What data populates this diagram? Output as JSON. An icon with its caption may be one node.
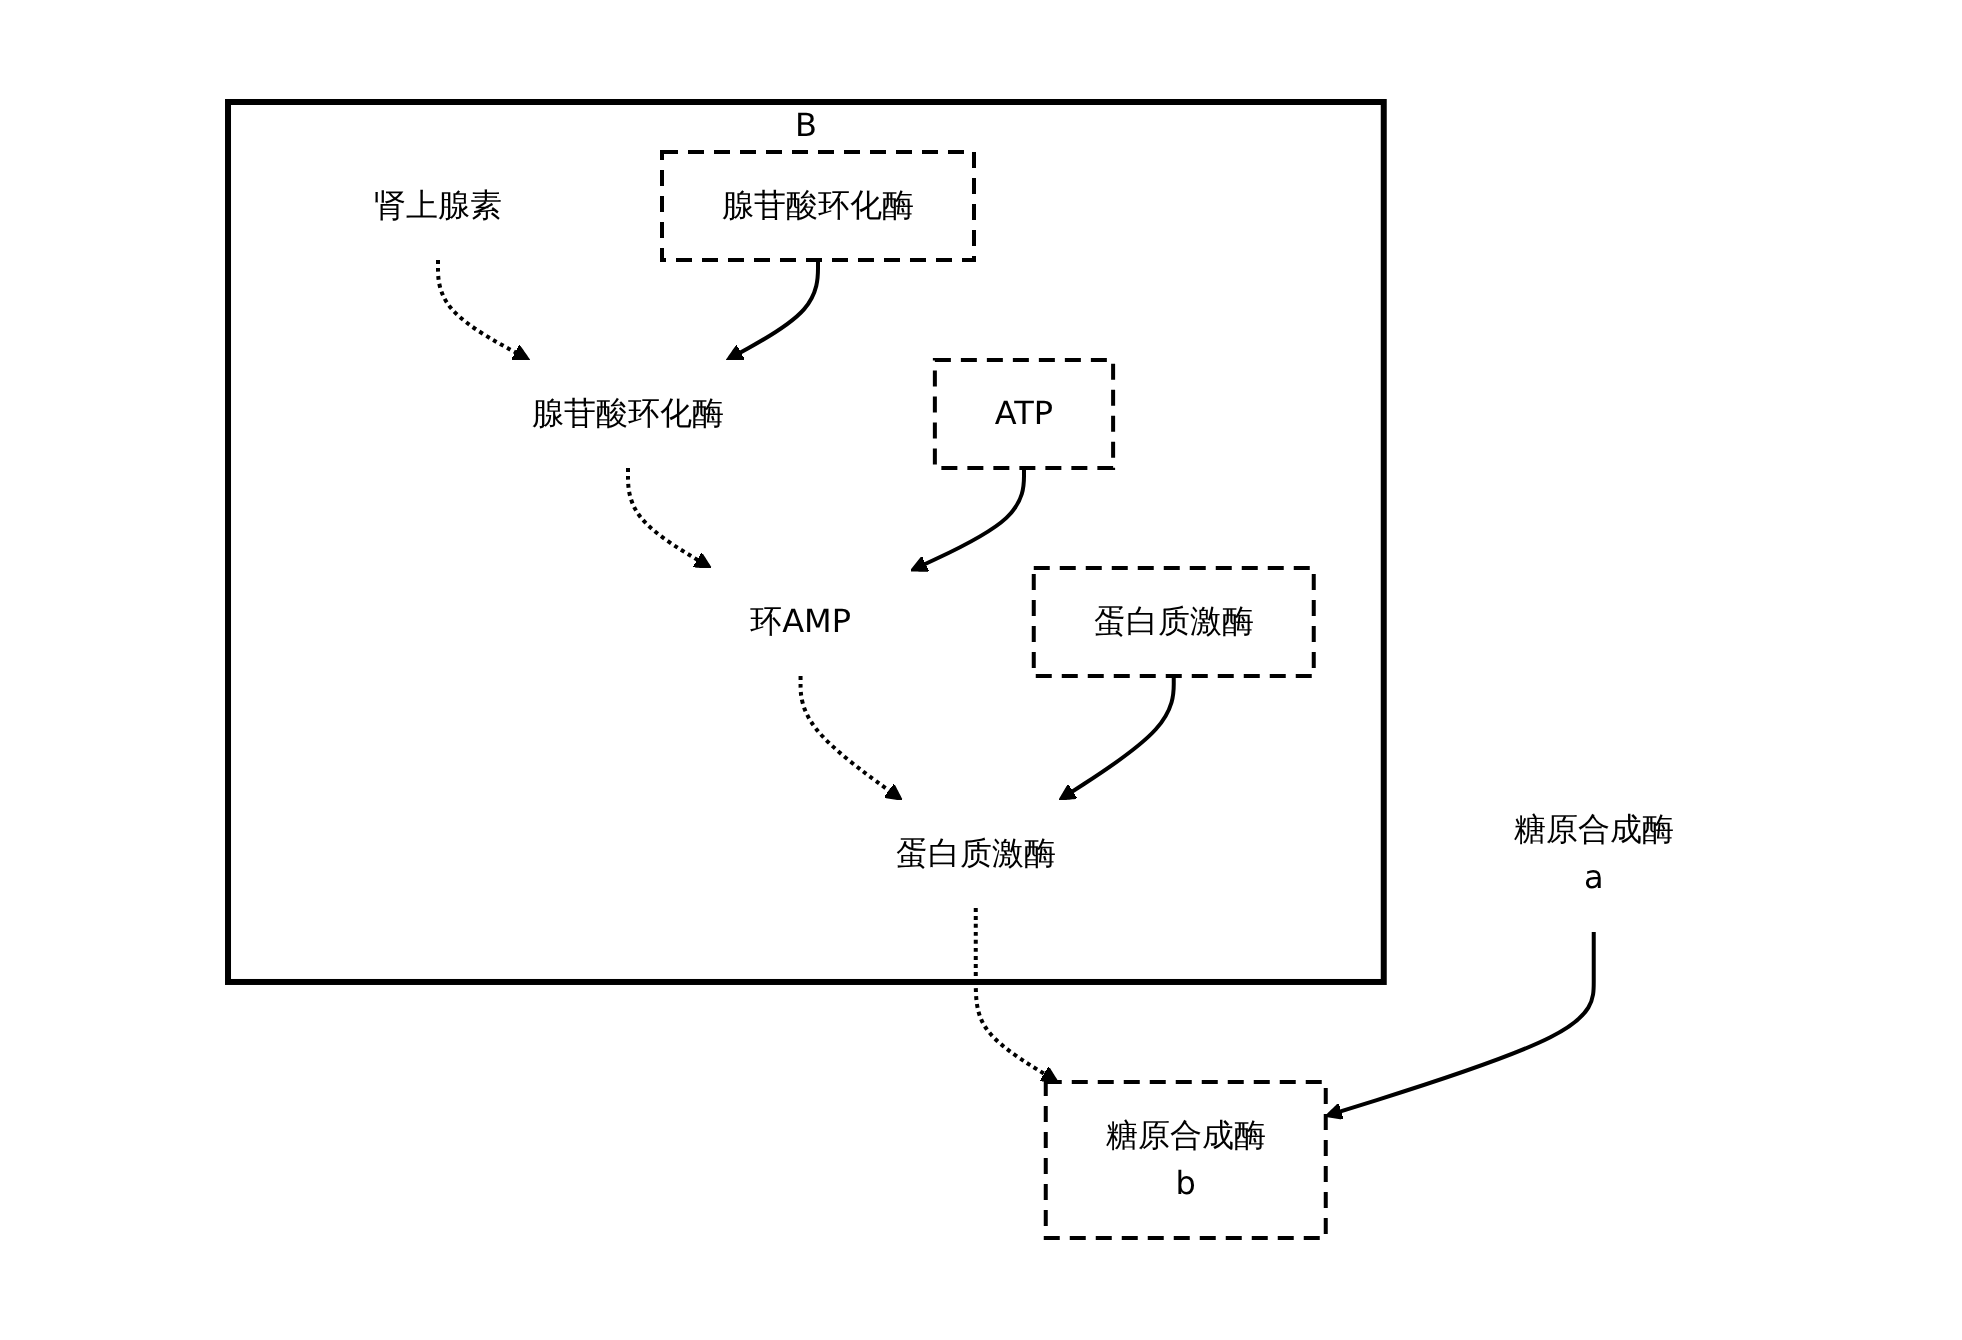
{
  "diagram": {
    "nodes": [
      {
        "text": [
          "B"
        ]
      },
      {
        "text": [
          "肾上腺素"
        ],
        "in": 0
      },
      {
        "text": [
          "腺苷酸环化酶"
        ],
        "in": 0
      },
      {
        "text": [
          "腺苷酸环化酶"
        ],
        "in": 0
      },
      {
        "text": [
          "ATP"
        ],
        "in": 0
      },
      {
        "text": [
          "环AMP"
        ],
        "in": 0
      },
      {
        "text": [
          "蛋白质激酶"
        ],
        "in": 0
      },
      {
        "text": [
          "蛋白质激酶"
        ],
        "in": 0
      },
      {
        "text": [
          "糖原合成酶",
          "a"
        ]
      },
      {
        "text": [
          "糖原合成酶",
          "b"
        ]
      }
    ],
    "edges": [
      {
        "from": 1,
        "to": 3,
        "arrow": "to",
        "style": "dashed"
      },
      {
        "from": 2,
        "to": 3,
        "arrow": "to"
      },
      {
        "from": 3,
        "to": 5,
        "arrow": "to",
        "style": "dashed"
      },
      {
        "from": 4,
        "to": 5,
        "arrow": "to"
      },
      {
        "from": 5,
        "to": 7,
        "arrow": "to",
        "style": "dashed"
      },
      {
        "from": 6,
        "to": 7,
        "arrow": "to"
      },
      {
        "from": 7,
        "to": 9,
        "arrow": "to",
        "style": "dashed"
      },
      {
        "from": 8,
        "to": 9,
        "arrow": "to"
      }
    ]
  }
}
